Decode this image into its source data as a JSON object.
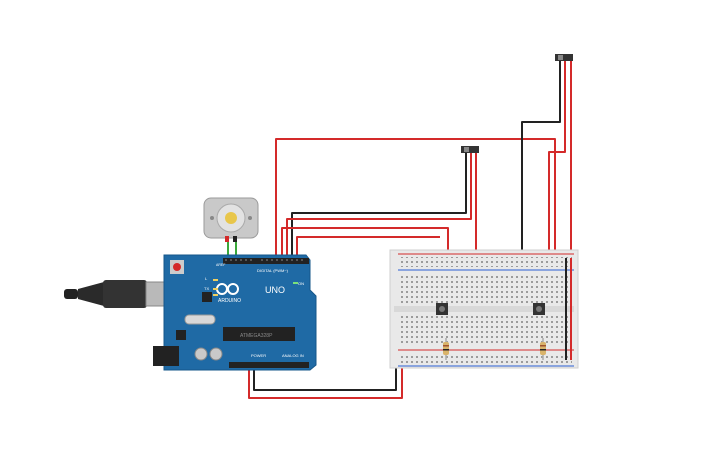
{
  "board": {
    "logo_text": "ARDUINO",
    "model_text": "UNO",
    "digital_label": "DIGITAL (PWM~)",
    "power_label": "POWER",
    "analog_label": "ANALOG IN",
    "tx_label": "TX",
    "rx_label": "RX",
    "l_label": "L",
    "on_label": "ON",
    "aref_label": "AREF",
    "gnd_label": "GND",
    "ic_label": "ATMEGA328P"
  },
  "colors": {
    "board": "#1f6aa5",
    "board_dark": "#16578a",
    "wire_red": "#d42a2a",
    "wire_black": "#222222",
    "wire_green": "#3aa83a",
    "breadboard": "#e9e9e9",
    "rail_red": "#d42a2a",
    "rail_blue": "#2a5fd4"
  },
  "components": {
    "motor": "dc-motor",
    "buttons": [
      "pushbutton-left",
      "pushbutton-right"
    ],
    "resistors": [
      "resistor-left",
      "resistor-right"
    ],
    "sensors": [
      "slide-switch-top-right",
      "slide-switch-center"
    ]
  }
}
